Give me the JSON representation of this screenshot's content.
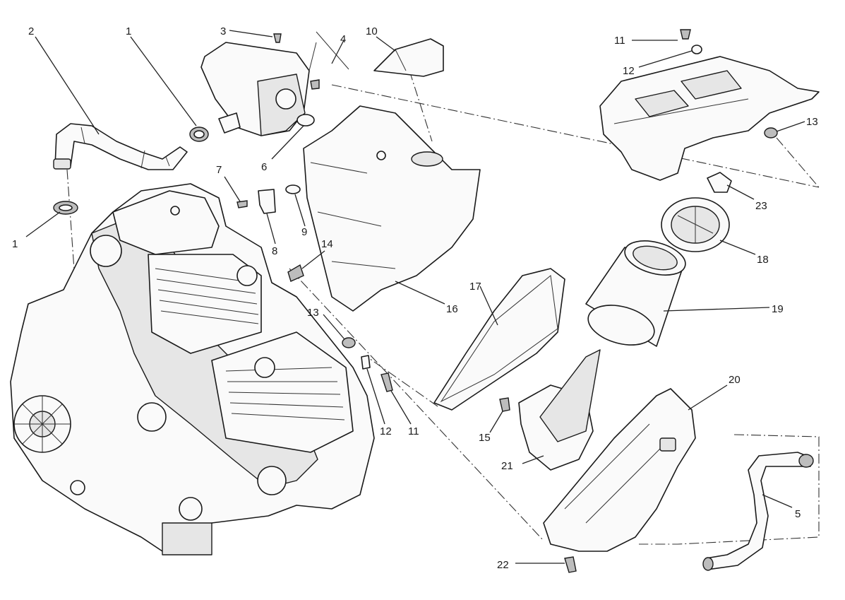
{
  "diagram": {
    "title": "",
    "callouts": [
      {
        "id": "c2a",
        "label": "2"
      },
      {
        "id": "c1a",
        "label": "1"
      },
      {
        "id": "c3",
        "label": "3"
      },
      {
        "id": "c4",
        "label": "4"
      },
      {
        "id": "c10",
        "label": "10"
      },
      {
        "id": "c11a",
        "label": "11"
      },
      {
        "id": "c12a",
        "label": "12"
      },
      {
        "id": "c13a",
        "label": "13"
      },
      {
        "id": "c6",
        "label": "6"
      },
      {
        "id": "c7",
        "label": "7"
      },
      {
        "id": "c9",
        "label": "9"
      },
      {
        "id": "c8",
        "label": "8"
      },
      {
        "id": "c14",
        "label": "14"
      },
      {
        "id": "c1b",
        "label": "1"
      },
      {
        "id": "c23",
        "label": "23"
      },
      {
        "id": "c18",
        "label": "18"
      },
      {
        "id": "c17",
        "label": "17"
      },
      {
        "id": "c16",
        "label": "16"
      },
      {
        "id": "c19",
        "label": "19"
      },
      {
        "id": "c13b",
        "label": "13"
      },
      {
        "id": "c20",
        "label": "20"
      },
      {
        "id": "c12b",
        "label": "12"
      },
      {
        "id": "c11b",
        "label": "11"
      },
      {
        "id": "c15",
        "label": "15"
      },
      {
        "id": "c21",
        "label": "21"
      },
      {
        "id": "c5",
        "label": "5"
      },
      {
        "id": "c22",
        "label": "22"
      }
    ]
  }
}
